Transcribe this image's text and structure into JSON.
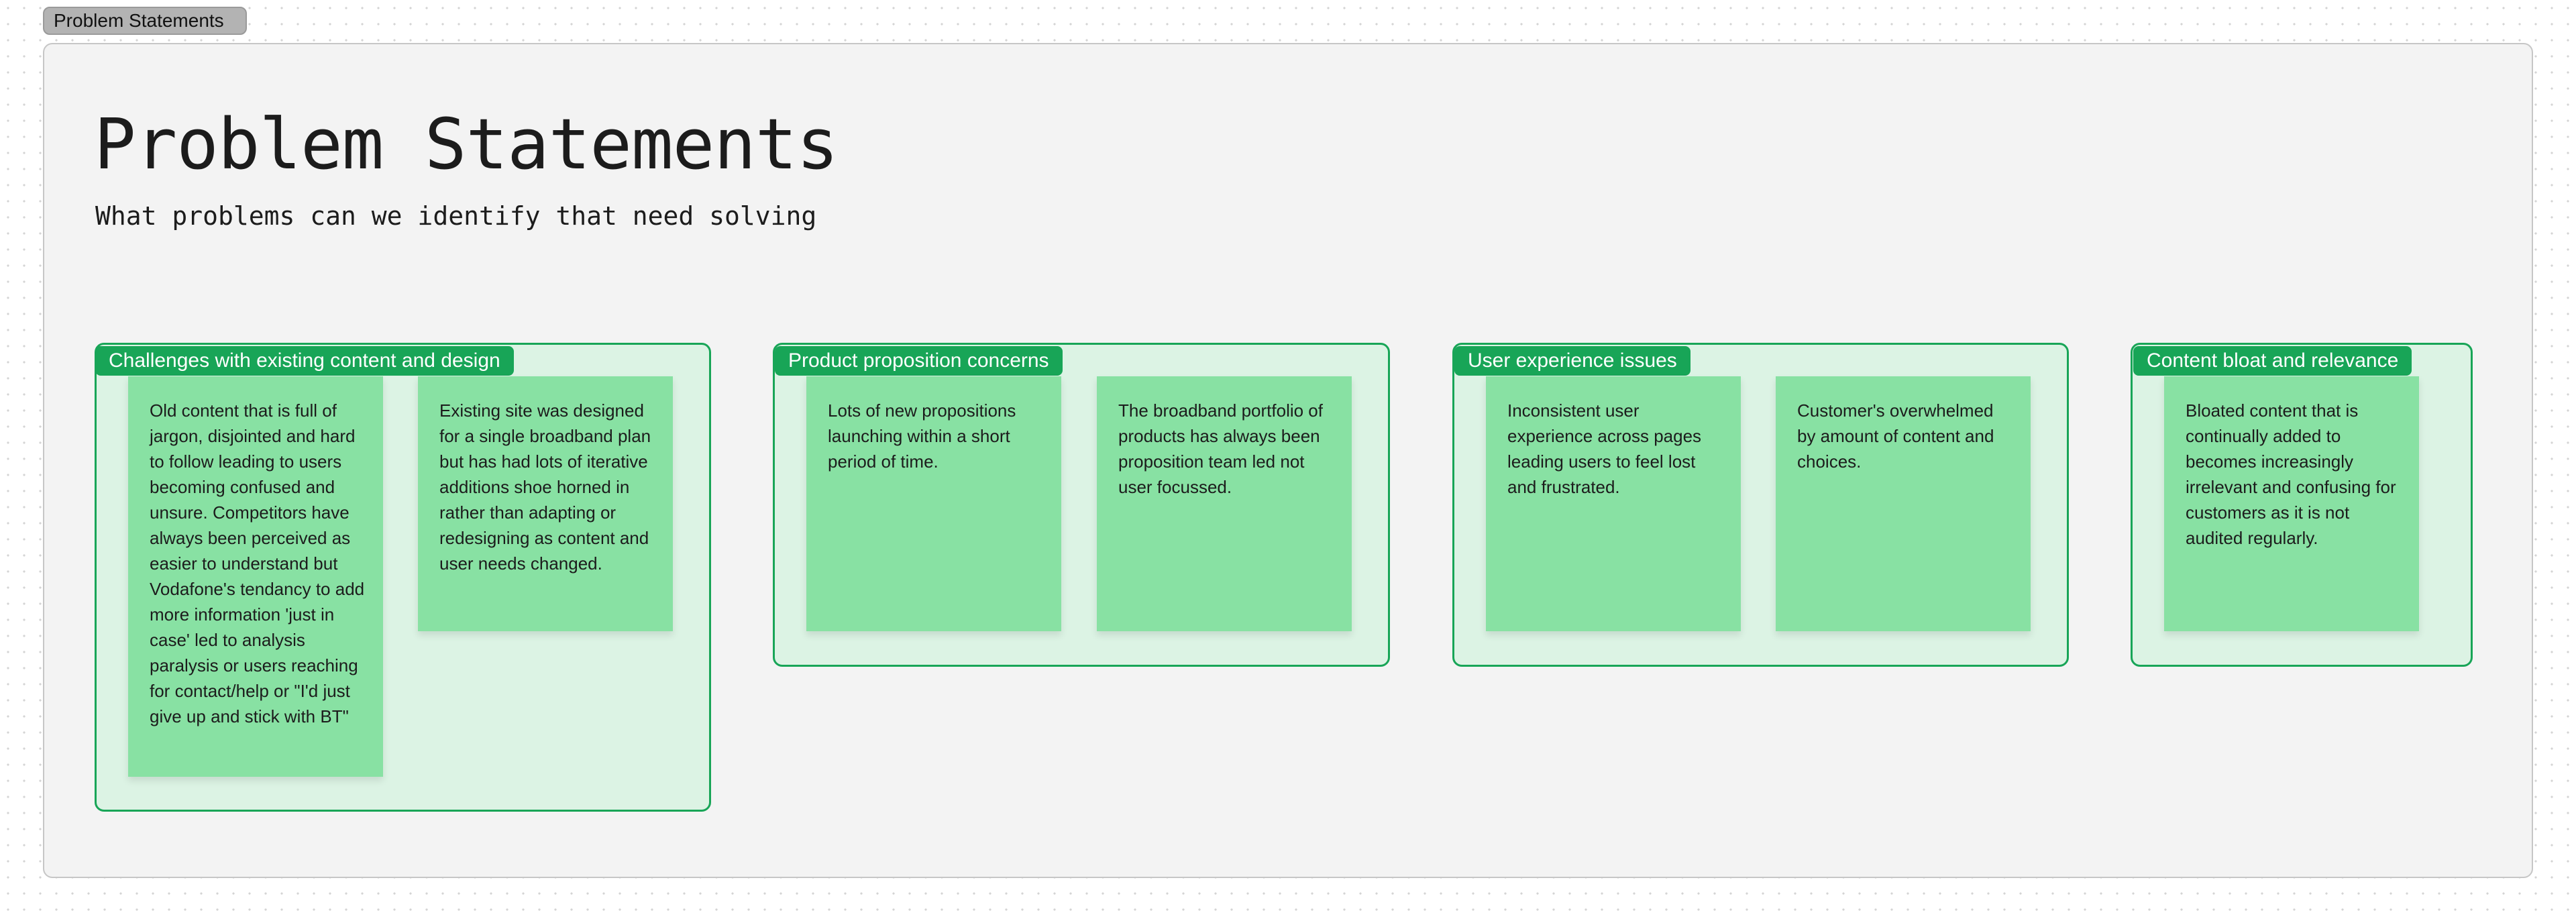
{
  "frame": {
    "tab_label": "Problem Statements"
  },
  "header": {
    "title": "Problem Statements",
    "subtitle": "What problems can we identify that need solving"
  },
  "sections": [
    {
      "label": "Challenges with existing content and design",
      "notes": [
        "Old content that is full of jargon, disjointed and hard to follow leading to users becoming confused and unsure. Competitors have always been perceived as easier to understand but Vodafone's tendancy to add more information 'just in case' led to analysis paralysis or users reaching for contact/help or \"I'd just give up and stick with BT\"",
        "Existing site was designed for a single broadband plan but has had lots of iterative additions shoe horned in rather than adapting or redesigning as content and user needs changed."
      ]
    },
    {
      "label": "Product proposition concerns",
      "notes": [
        "Lots of new propositions launching within a short period of time.",
        "The broadband portfolio of products has always been proposition team led not user focussed."
      ]
    },
    {
      "label": "User experience issues",
      "notes": [
        "Inconsistent user experience across pages leading users to feel lost and frustrated.",
        "Customer's overwhelmed by amount of content and choices."
      ]
    },
    {
      "label": "Content bloat and relevance",
      "notes": [
        "Bloated content that is continually added to becomes increasingly irrelevant and confusing for customers as it is not audited regularly."
      ]
    }
  ],
  "colors": {
    "section_border": "#18a557",
    "section_fill": "#dcf3e4",
    "sticky_fill": "#88e1a3",
    "frame_fill": "#f3f3f3"
  }
}
